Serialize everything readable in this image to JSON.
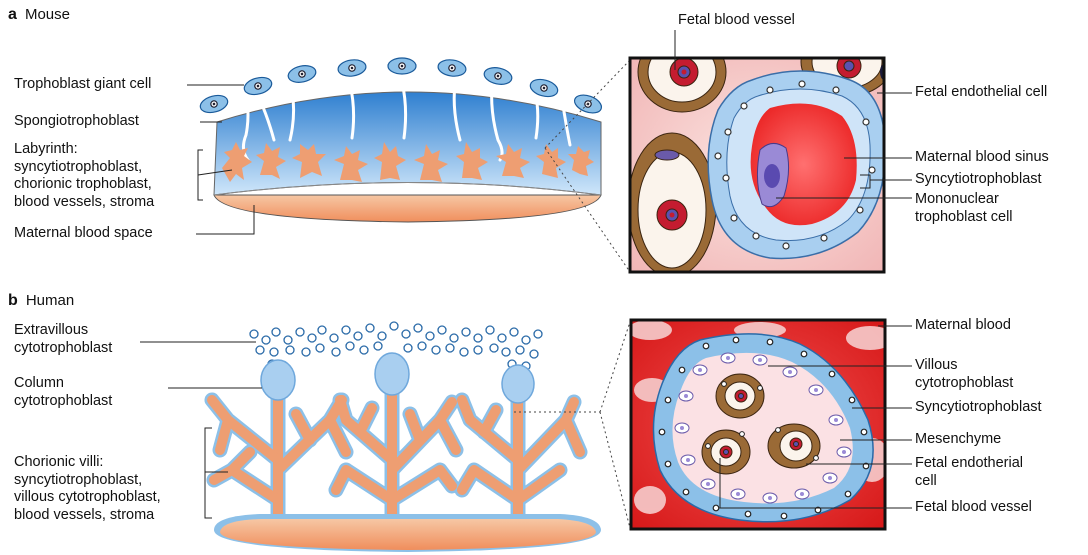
{
  "panel_a": {
    "letter": "a",
    "title": "Mouse",
    "left_labels": {
      "giant_cell": "Trophoblast giant cell",
      "spongio": "Spongiotrophoblast",
      "labyrinth": [
        "Labyrinth:",
        "syncytiotrophoblast,",
        "chorionic trophoblast,",
        "blood vessels, stroma"
      ],
      "maternal_space": "Maternal blood space"
    },
    "right_labels": {
      "fetal_vessel": "Fetal blood vessel",
      "fetal_endothelial": "Fetal endothelial cell",
      "maternal_sinus": "Maternal blood sinus",
      "syncytio": "Syncytiotrophoblast",
      "mononuclear": [
        "Mononuclear",
        "trophoblast cell"
      ]
    }
  },
  "panel_b": {
    "letter": "b",
    "title": "Human",
    "left_labels": {
      "extravillous": [
        "Extravillous",
        "cytotrophoblast"
      ],
      "column": [
        "Column",
        "cytotrophoblast"
      ],
      "villi": [
        "Chorionic villi:",
        "syncytiotrophoblast,",
        "villous cytotrophoblast,",
        "blood vessels, stroma"
      ]
    },
    "right_labels": {
      "maternal_blood": "Maternal blood",
      "villous_cyto": [
        "Villous",
        "cytotrophoblast"
      ],
      "syncytio": "Syncytiotrophoblast",
      "mesenchyme": "Mesenchyme",
      "fetal_endo": [
        "Fetal endotherial",
        "cell"
      ],
      "fetal_vessel": "Fetal blood vessel"
    }
  },
  "colors": {
    "trophoblast_blue": "#8cc0e8",
    "villi_orange": "#eea882",
    "maternal_red": "#e01818",
    "fetal_brown": "#9a6a36"
  }
}
